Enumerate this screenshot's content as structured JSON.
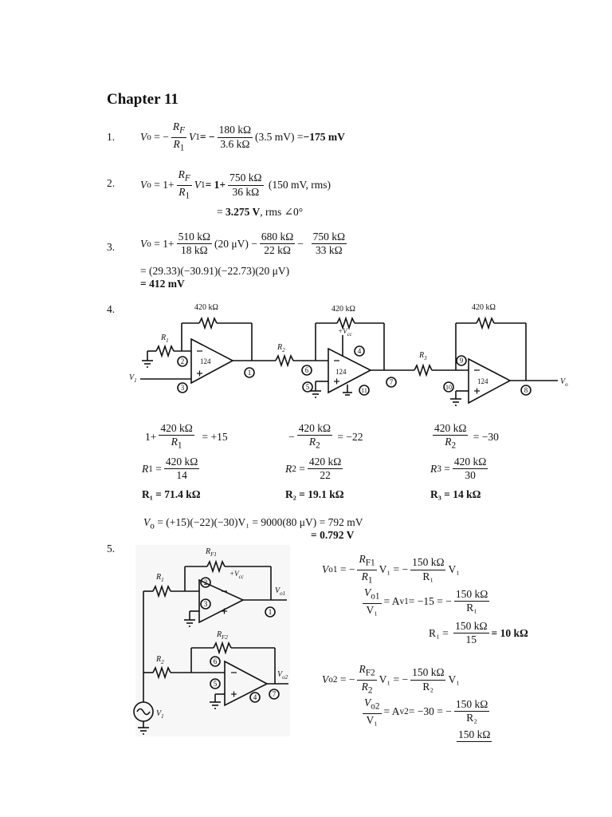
{
  "chapter_title": "Chapter 11",
  "p1": {
    "number": "1.",
    "lhs": "V",
    "lhs_sub": "o",
    "eq1": "= −",
    "f1_num": "R",
    "f1_num_sub": "F",
    "f1_den": "R",
    "f1_den_sub": "1",
    "after_f1": "V",
    "after_f1_sub": "1",
    "eq2": " = −",
    "f2_num": "180 kΩ",
    "f2_den": "3.6 kΩ",
    "tail": "(3.5 mV) = ",
    "answer": "−175 mV"
  },
  "p2": {
    "number": "2.",
    "lhs": "V",
    "lhs_sub": "o",
    "eq1": "=  1+",
    "f1_num": "R",
    "f1_num_sub": "F",
    "f1_den": "R",
    "f1_den_sub": "1",
    "after_f1": " V",
    "after_f1_sub": "1",
    "eq2": " =  1+",
    "f2_num": "750 kΩ",
    "f2_den": "36 kΩ",
    "tail": "(150 mV, rms)",
    "line2_prefix": "= ",
    "line2_answer": "3.275 V",
    "line2_suffix": ", rms ∠0°"
  },
  "p3": {
    "number": "3.",
    "lhs": "V",
    "lhs_sub": "o",
    "eq1": "=  1+",
    "f1_num": "510 kΩ",
    "f1_den": "18 kΩ",
    "mid1": "(20 μV)  −",
    "f2_num": "680 kΩ",
    "f2_den": "22 kΩ",
    "mid2": "  −",
    "f3_num": "750 kΩ",
    "f3_den": "33 kΩ",
    "line2": "= (29.33)(−30.91)(−22.73)(20 μV)",
    "line3": "= 412 mV"
  },
  "p4": {
    "number": "4.",
    "circuit": {
      "rf_label_1": "420 kΩ",
      "rf_label_2": "420 kΩ",
      "rf_label_3": "420 kΩ",
      "r1_label": "R",
      "r1_sub": "1",
      "r2_label": "R",
      "r2_sub": "2",
      "r3_label": "R",
      "r3_sub": "3",
      "opamp_label": "124",
      "vcc": "+V",
      "vcc_sub": "cc",
      "v1": "V",
      "v1_sub": "1",
      "vo": "V",
      "vo_sub": "o",
      "pins": [
        "1",
        "2",
        "3",
        "4",
        "5",
        "6",
        "7",
        "8",
        "9",
        "10",
        "11"
      ]
    },
    "col1": {
      "eq1_prefix": "1+",
      "eq1_num": "420 kΩ",
      "eq1_den": "R",
      "eq1_den_sub": "1",
      "eq1_result": "= +15",
      "eq2_lhs": "R",
      "eq2_lhs_sub": "1",
      "eq2_num": "420 kΩ",
      "eq2_den": "14",
      "answer": "R₁ = 71.4 kΩ"
    },
    "col2": {
      "eq1_prefix": "−",
      "eq1_num": "420 kΩ",
      "eq1_den": "R",
      "eq1_den_sub": "2",
      "eq1_result": "= −22",
      "eq2_lhs": "R",
      "eq2_lhs_sub": "2",
      "eq2_num": "420 kΩ",
      "eq2_den": "22",
      "answer": "R₂ = 19.1 kΩ"
    },
    "col3": {
      "eq1_num": "420 kΩ",
      "eq1_den": "R",
      "eq1_den_sub": "2",
      "eq1_result": "= −30",
      "eq2_lhs": "R",
      "eq2_lhs_sub": "3",
      "eq2_num": "420 kΩ",
      "eq2_den": "30",
      "answer": "R₃ = 14 kΩ"
    },
    "final_line1": "V",
    "final_line1_sub": "o",
    "final_line1_rest": " = (+15)(−22)(−30)V₁ = 9000(80 μV) = 792 mV",
    "final_line2": "= 0.792 V"
  },
  "p5": {
    "number": "5.",
    "circuit": {
      "rf1": "R",
      "rf1_sub": "F1",
      "rf2": "R",
      "rf2_sub": "F2",
      "r1": "R",
      "r1_sub": "1",
      "r2": "R",
      "r2_sub": "2",
      "vcc": "+V",
      "vcc_sub": "cc",
      "vo1": "V",
      "vo1_sub": "o1",
      "vo2": "V",
      "vo2_sub": "o2",
      "v1": "V",
      "v1_sub": "1",
      "pins": [
        "1",
        "2",
        "3",
        "4",
        "5",
        "6",
        "7"
      ]
    },
    "eqA_lhs": "V",
    "eqA_lhs_sub": "o1",
    "eqA_eq1": "= −",
    "eqA_f1_num": "R",
    "eqA_f1_num_sub": "F1",
    "eqA_f1_den": "R",
    "eqA_f1_den_sub": "1",
    "eqA_mid": "V₁ = −",
    "eqA_f2_num": "150 kΩ",
    "eqA_f2_den": "R₁",
    "eqA_tail": "V₁",
    "eqB_f1_num": "V",
    "eqB_f1_num_sub": "o1",
    "eqB_f1_den": "V₁",
    "eqB_mid": "= A",
    "eqB_mid_sub": "v1",
    "eqB_rest": " = −15 = −",
    "eqB_f2_num": "150 kΩ",
    "eqB_f2_den": "R₁",
    "eqC_lhs": "R₁ =",
    "eqC_num": "150 kΩ",
    "eqC_den": "15",
    "eqC_answer": "= 10 kΩ",
    "eqD_lhs": "V",
    "eqD_lhs_sub": "o2",
    "eqD_eq1": "= −",
    "eqD_f1_num": "R",
    "eqD_f1_num_sub": "F2",
    "eqD_f1_den": "R",
    "eqD_f1_den_sub": "2",
    "eqD_mid": "V₁ = −",
    "eqD_f2_num": "150 kΩ",
    "eqD_f2_den": "R₂",
    "eqD_tail": "V₁",
    "eqE_f1_num": "V",
    "eqE_f1_num_sub": "o2",
    "eqE_f1_den": "V₁",
    "eqE_mid": "= A",
    "eqE_mid_sub": "v2",
    "eqE_rest": " = −30 = −",
    "eqE_f2_num": "150 kΩ",
    "eqE_f2_den": "R₂",
    "eqF_num": "150 kΩ"
  }
}
